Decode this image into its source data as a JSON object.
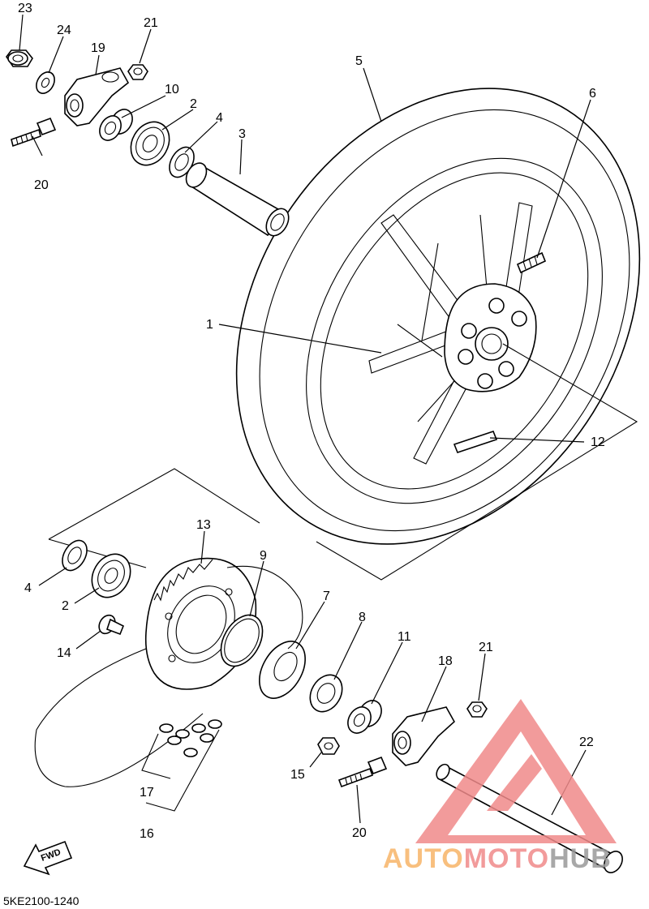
{
  "diagram": {
    "code": "5KE2100-1240",
    "fwd_label": "FWD",
    "watermark": {
      "part1": "AUTO",
      "part2": "MOTO",
      "part3": "HUB",
      "color1": "#f7b468",
      "color2": "#f08a8a",
      "color3": "#9a9a9a",
      "logo_color": "#f08a8a"
    },
    "callouts": [
      "23",
      "24",
      "19",
      "21",
      "10",
      "2",
      "4",
      "3",
      "5",
      "6",
      "20",
      "1",
      "12",
      "13",
      "9",
      "7",
      "8",
      "11",
      "18",
      "21",
      "4",
      "2",
      "14",
      "15",
      "17",
      "16",
      "22",
      "20"
    ]
  }
}
